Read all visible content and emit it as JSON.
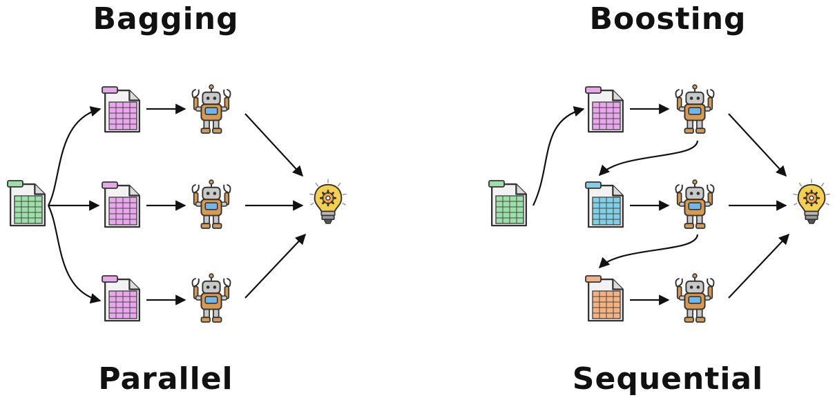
{
  "bagging": {
    "title": "Bagging",
    "subtitle": "Parallel",
    "subset_colors": [
      "#e9a6ec",
      "#e9a6ec",
      "#e9a6ec"
    ]
  },
  "boosting": {
    "title": "Boosting",
    "subtitle": "Sequential",
    "subset_colors": [
      "#e9a6ec",
      "#7fd0e6",
      "#f3b27f"
    ]
  },
  "icons": {
    "dataset": "spreadsheet-icon",
    "model": "robot-icon",
    "result": "lightbulb-gear-icon"
  },
  "colors": {
    "dataset_green": "#9ce0a8",
    "robot_orange": "#d89a4e",
    "robot_gray": "#c9c9c9",
    "robot_screen": "#6fb6ea",
    "bulb_yellow": "#f6cf4f",
    "arrow": "#111111"
  }
}
